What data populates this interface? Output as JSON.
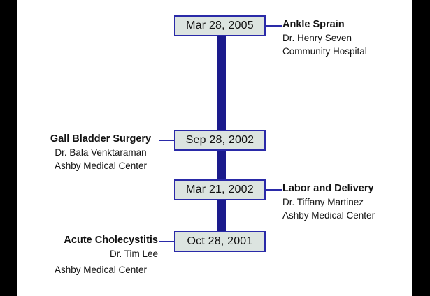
{
  "colors": {
    "box_fill": "#dce4e0",
    "box_border": "#2a2aa8",
    "spine": "#1a1a8c",
    "connector": "#2a2aa8",
    "text": "#111111",
    "letterbox": "#000000",
    "background": "#ffffff"
  },
  "timeline": {
    "events": [
      {
        "date": "Mar 28, 2005",
        "title": "Ankle Sprain",
        "provider": "Dr. Henry Seven",
        "facility": "Community Hospital",
        "side": "right"
      },
      {
        "date": "Sep 28, 2002",
        "title": "Gall Bladder Surgery",
        "provider": "Dr. Bala Venktaraman",
        "facility": "Ashby Medical Center",
        "side": "left"
      },
      {
        "date": "Mar 21, 2002",
        "title": "Labor and Delivery",
        "provider": "Dr. Tiffany Martinez",
        "facility": "Ashby Medical Center",
        "side": "right"
      },
      {
        "date": "Oct 28, 2001",
        "title": "Acute Cholecystitis",
        "provider": "Dr. Tim Lee",
        "facility": "Ashby Medical Center",
        "side": "left"
      }
    ]
  }
}
